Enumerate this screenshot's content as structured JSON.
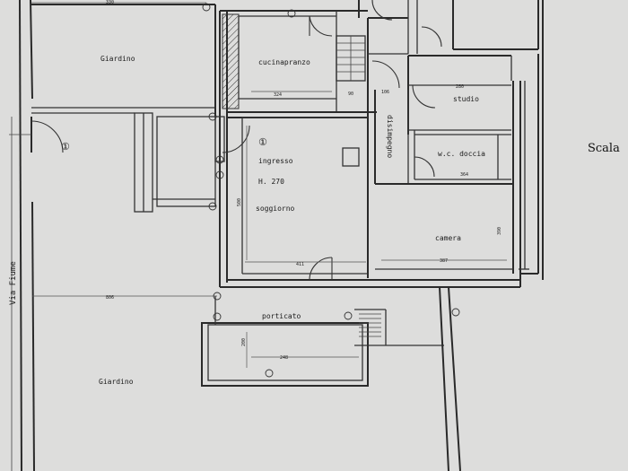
{
  "rooms": {
    "giardino_top": "Giardino",
    "cucinapranzo": "cucinapranzo",
    "disimpegno": "disimpegno",
    "studio": "studio",
    "wc_doccia": "w.c. doccia",
    "ingresso": "ingresso",
    "height": "H. 270",
    "soggiorno": "soggiorno",
    "camera": "camera",
    "porticato": "porticato",
    "giardino_bottom": "Giardino"
  },
  "labels": {
    "street": "Via Fiume",
    "scala": "Scala",
    "marker_1": "①",
    "marker_2": "①"
  },
  "dimensions": {
    "top_left": "330",
    "cucina_width": "324",
    "stair_width": "90",
    "disimpegno_width": "106",
    "studio_width": "280",
    "wc_width": "364",
    "soggiorno_height": "500",
    "soggiorno_width": "411",
    "camera_width": "387",
    "camera_height": "390",
    "garden_width": "806",
    "porticato_height": "200",
    "porticato_width": "248"
  }
}
